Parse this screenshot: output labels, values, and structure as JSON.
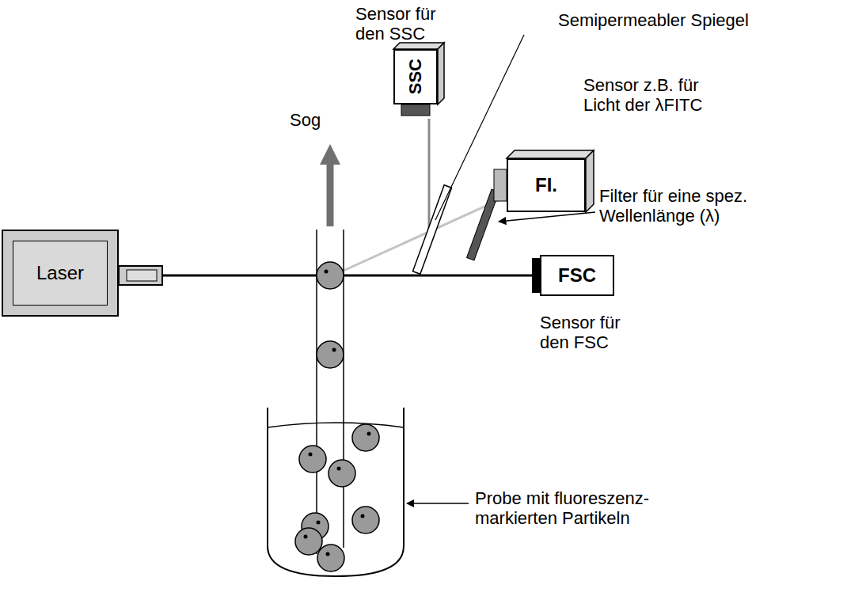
{
  "diagram": {
    "nodes": [
      {
        "text": [
          "Laser"
        ]
      },
      {
        "text": [
          "Sensor für den SSC",
          "SSC"
        ]
      },
      {
        "text": [
          "Sensor z.B. für Licht der λFITC",
          "FI."
        ]
      },
      {
        "text": [
          "FSC",
          "Sensor für den FSC"
        ]
      }
    ],
    "edges": [
      {
        "from": 0,
        "to": 3,
        "arrow": "none"
      }
    ],
    "labels": [
      "Sog",
      "Semipermeabler Spiegel",
      "Filter für eine spez. Wellenlänge (λ)",
      "Probe mit fluoreszenz- markierten Partikeln"
    ]
  }
}
